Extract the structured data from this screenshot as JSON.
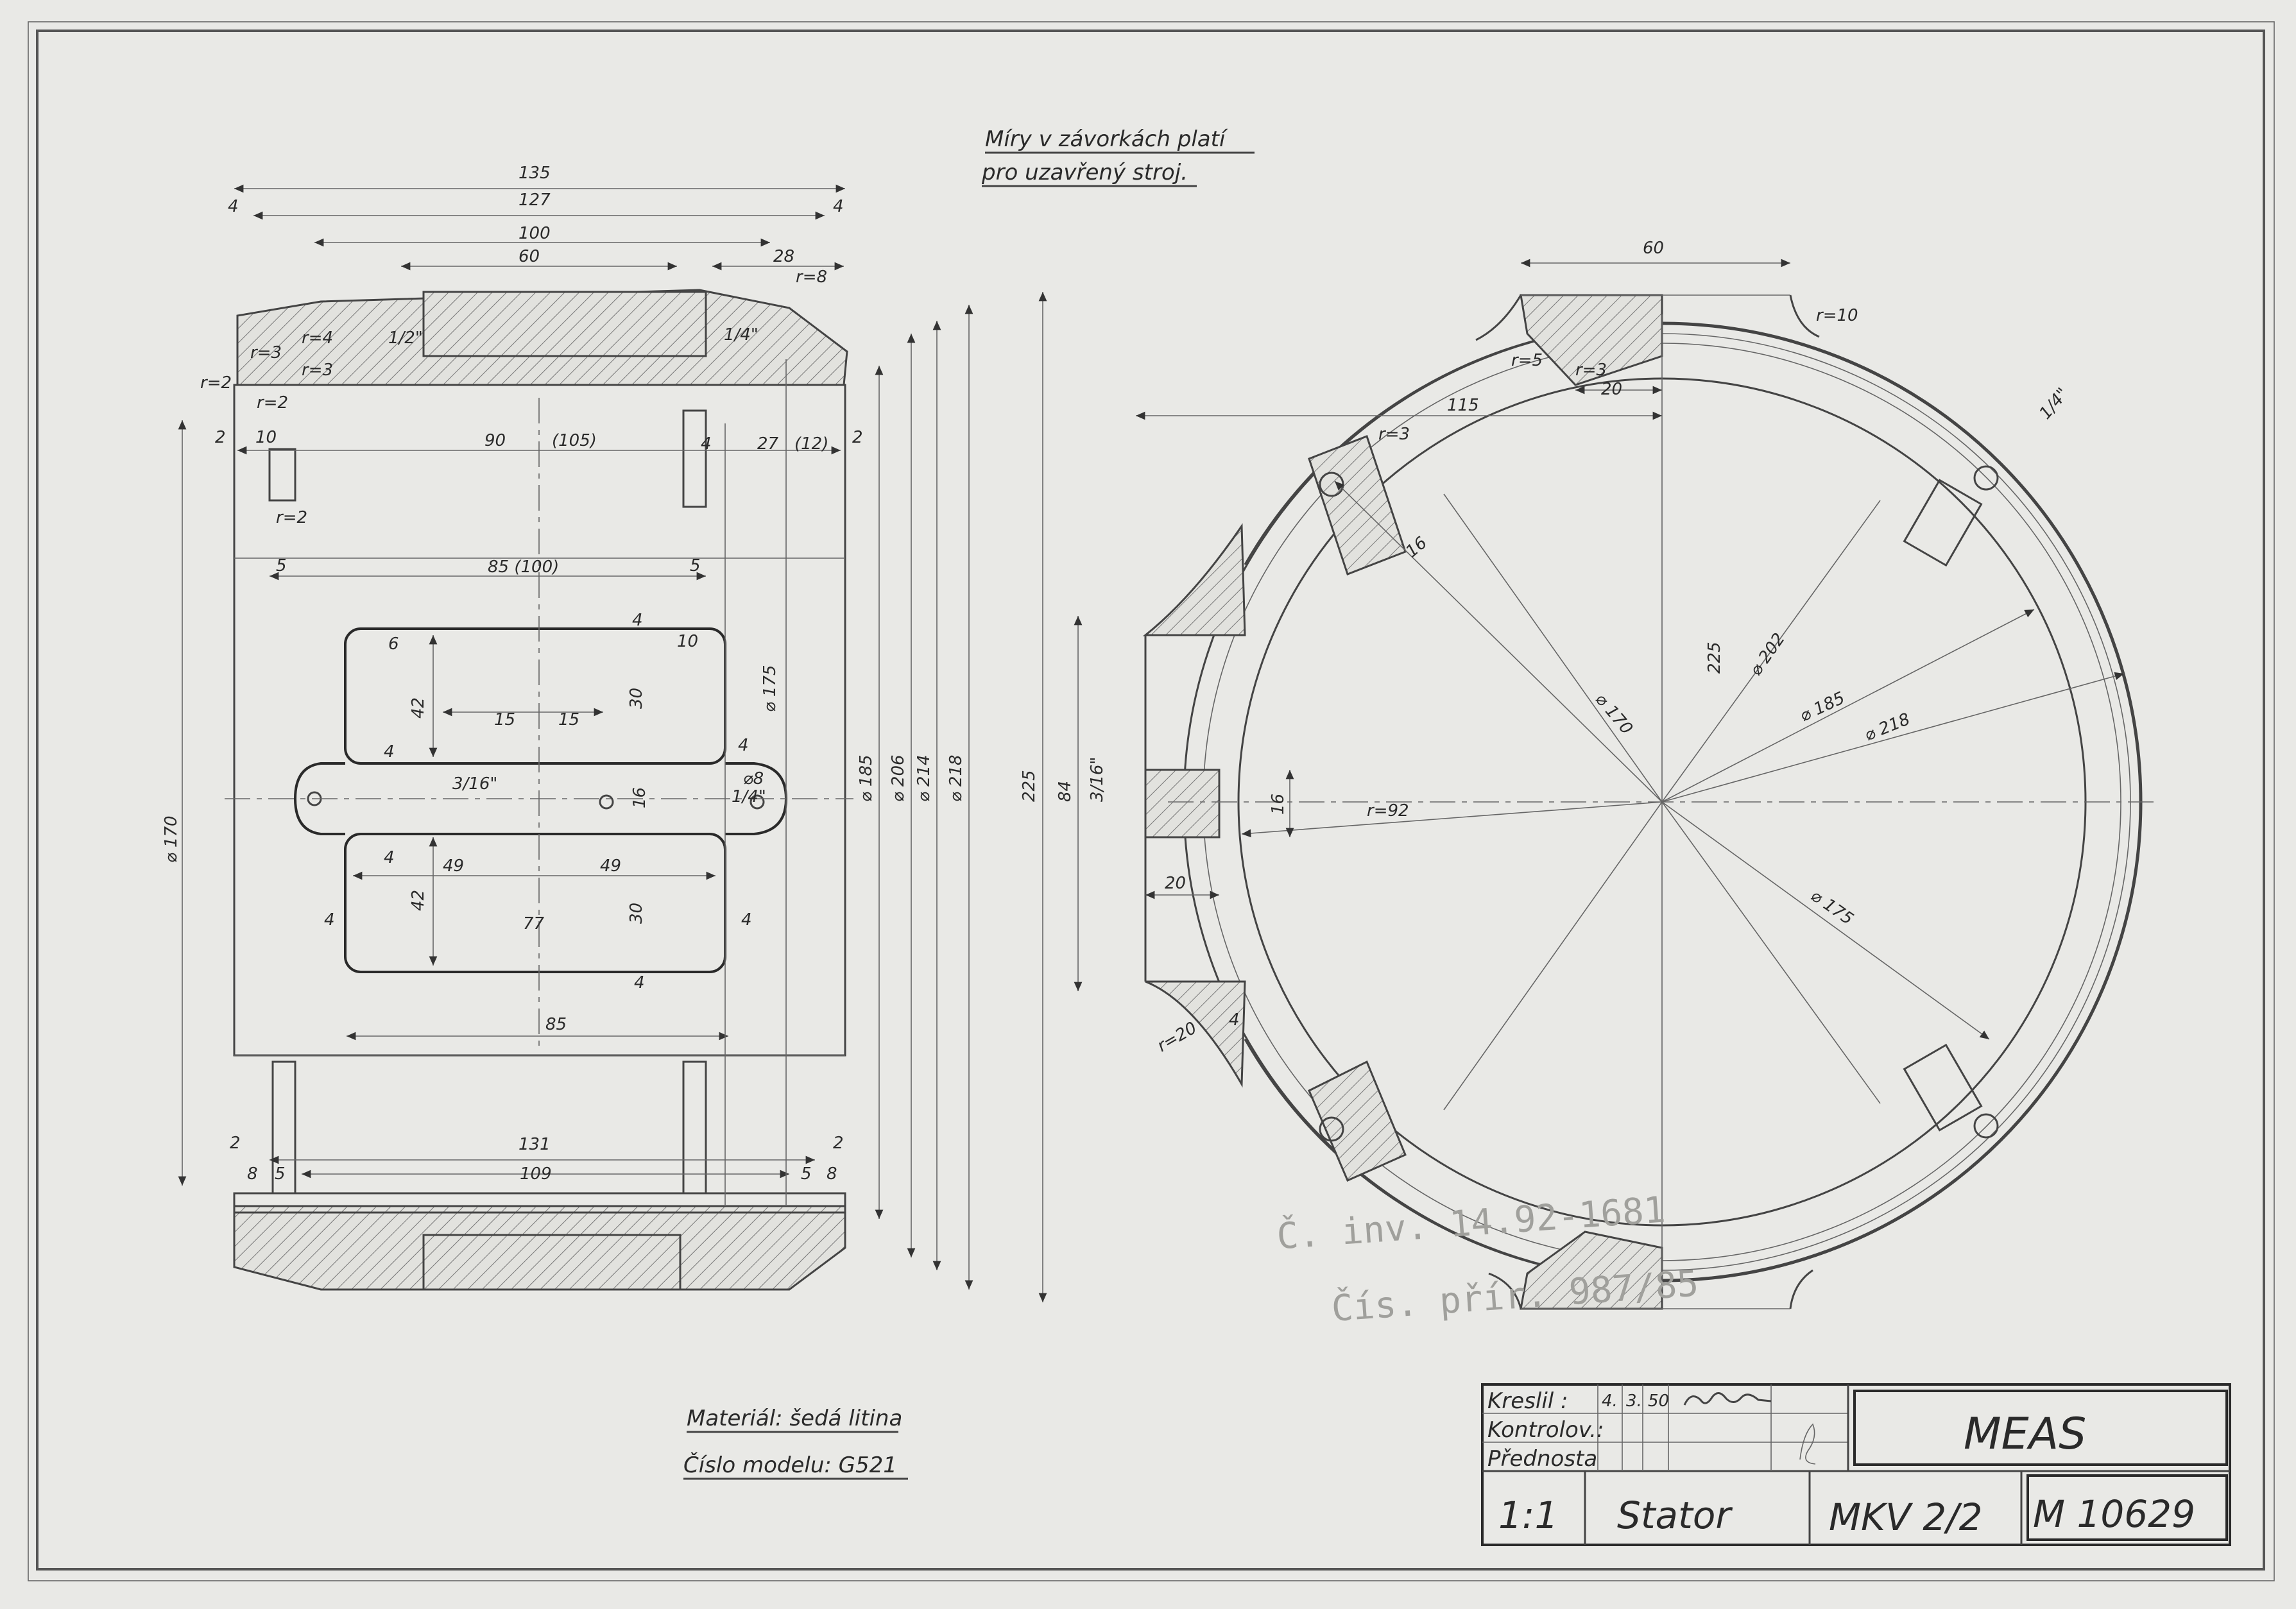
{
  "note": {
    "line1": "Míry v závorkách platí",
    "line2": "pro uzavřený stroj."
  },
  "material": {
    "material_line": "Materiál: šedá litina",
    "model_line": "Číslo modelu: G521"
  },
  "stamp": {
    "line1": "Č. inv. 14.92-1681",
    "line2": "Čís. přír. 987/85"
  },
  "title_block": {
    "kreslil_label": "Kreslil :",
    "kontroloval_label": "Kontrolov.:",
    "prednosta_label": "Přednosta",
    "date_day": "4.",
    "date_month": "3.",
    "date_year": "50",
    "company": "MEAS",
    "scale": "1:1",
    "part_name": "Stator",
    "type": "MKV 2/2",
    "drawing_number": "M 10629"
  },
  "side_view": {
    "dims": {
      "d135": "135",
      "d127": "127",
      "d100": "100",
      "d60": "60",
      "d28": "28",
      "d4a": "4",
      "d4b": "4",
      "r8": "r=8",
      "r3a": "r=3",
      "r4": "r=4",
      "r3b": "r=3",
      "half_in": "1/2\"",
      "quarter_in": "1/4\"",
      "r2a": "r=2",
      "r2b": "r=2",
      "r2c": "r=2",
      "d2a": "2",
      "d10": "10",
      "d90": "90",
      "d105": "(105)",
      "d4c": "4",
      "d27": "27",
      "d12": "(12)",
      "d2b": "2",
      "d5a": "5",
      "d85_100": "85 (100)",
      "d5b": "5",
      "dia170": "⌀ 170",
      "d6": "6",
      "d10b": "10",
      "dia175": "⌀ 175",
      "d42a": "42",
      "d15a": "15",
      "d15b": "15",
      "d30a": "30",
      "d4d": "4",
      "d4e": "4",
      "tsixteen": "3/16\"",
      "d16": "16",
      "d4f": "4",
      "dia8": "⌀8",
      "quarter2": "1/4\"",
      "d4g": "4",
      "d49a": "49",
      "d49b": "49",
      "d4h": "4",
      "d42b": "42",
      "d77": "77",
      "d30b": "30",
      "d4i": "4",
      "d4j": "4",
      "d85": "85",
      "d131": "131",
      "d2c": "2",
      "d2d": "2",
      "d8a": "8",
      "d5c": "5",
      "d109": "109",
      "d5d": "5",
      "d8b": "8",
      "dia185": "⌀ 185",
      "dia206": "⌀ 206",
      "dia214": "⌀ 214",
      "dia218": "⌀ 218",
      "d225": "225",
      "d84": "84",
      "tsixteen2": "3/16\""
    }
  },
  "end_view": {
    "dims": {
      "d60": "60",
      "r10": "r=10",
      "r5": "r=5",
      "r3": "r=3",
      "d20": "20",
      "d115": "115",
      "r3b": "r=3",
      "quarter_in": "1/4\"",
      "d16": "16",
      "d225": "225",
      "dia202": "⌀ 202",
      "dia170": "⌀ 170",
      "dia185": "⌀ 185",
      "dia218": "⌀ 218",
      "d16b": "16",
      "r92": "r=92",
      "d20b": "20",
      "dia175": "⌀ 175",
      "r20": "r=20",
      "d4": "4"
    }
  }
}
